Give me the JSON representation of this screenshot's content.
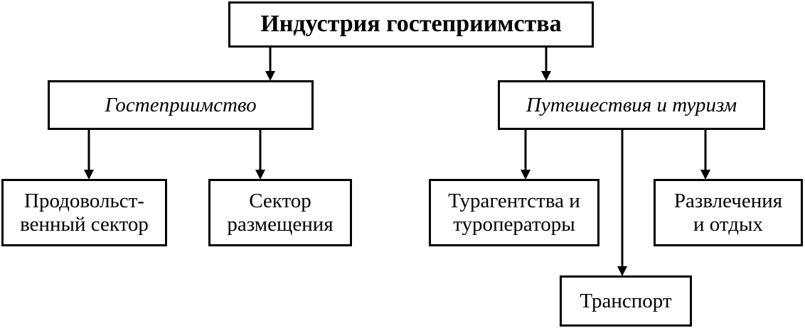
{
  "diagram": {
    "root": {
      "label": "Индустрия гостеприимства"
    },
    "branches": [
      {
        "label": "Гостеприимство",
        "children": [
          {
            "line1": "Продовольст-",
            "line2": "венный сектор"
          },
          {
            "line1": "Сектор",
            "line2": "размещения"
          }
        ]
      },
      {
        "label": "Путешествия и туризм",
        "children": [
          {
            "line1": "Турагентства и",
            "line2": "туроператоры"
          },
          {
            "line1": "Развлечения",
            "line2": "и отдых"
          },
          {
            "line1": "Транспорт"
          }
        ]
      }
    ]
  }
}
